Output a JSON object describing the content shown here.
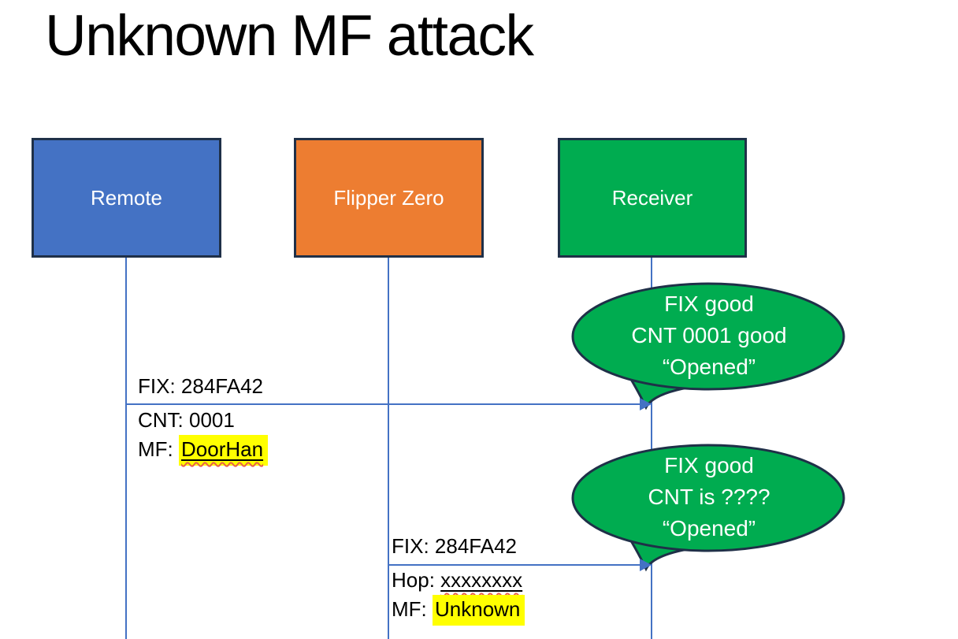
{
  "title": "Unknown MF attack",
  "colors": {
    "actor-blue": "#4472C4",
    "actor-orange": "#ED7D31",
    "actor-green": "#00AC50",
    "shape-border-navy": "#1F3048",
    "connector-blue": "#4472C4",
    "highlight-yellow": "#FFFF00",
    "spellcheck-red": "#E8604C",
    "text-dark": "#000000",
    "text-light": "#FFFFFF"
  },
  "actors": [
    {
      "label": "Remote"
    },
    {
      "label": "Flipper Zero"
    },
    {
      "label": "Receiver"
    }
  ],
  "messages": [
    {
      "from": "Remote",
      "to": "Receiver",
      "line1": "FIX: 284FA42",
      "line2_prefix": "CNT: ",
      "line2_value": "0001",
      "line3_prefix": "MF: ",
      "line3_value": "DoorHan"
    },
    {
      "from": "Flipper Zero",
      "to": "Receiver",
      "line1": "FIX: 284FA42",
      "line2_prefix": "Hop: ",
      "line2_value": "xxxxxxxx",
      "line3_prefix": "MF: ",
      "line3_value": "Unknown"
    }
  ],
  "callouts": [
    {
      "line1": "FIX good",
      "line2": "CNT 0001 good",
      "line3": "“Opened”"
    },
    {
      "line1": "FIX good",
      "line2": "CNT is ????",
      "line3": "“Opened”"
    }
  ]
}
